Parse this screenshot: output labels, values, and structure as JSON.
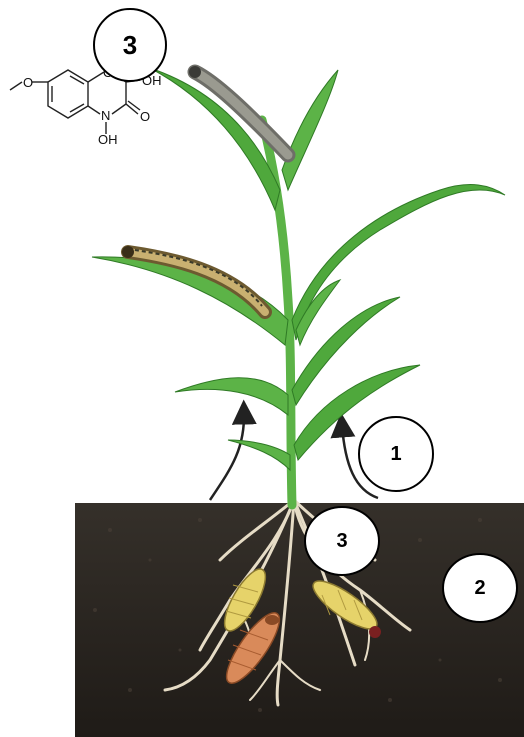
{
  "labels": {
    "leaf_badge": "3",
    "root_badge": "3",
    "emission_badge": "1",
    "soil_badge": "2"
  },
  "molecule": {
    "atoms": {
      "o_ring": "O",
      "oh_top": "OH",
      "n_ring": "N",
      "o_carbonyl": "O",
      "n_oh": "OH"
    }
  },
  "colors": {
    "leaf": "#4fa83c",
    "leaf_dark": "#2f7a25",
    "stem": "#5cb347",
    "soil": "#2b2620",
    "root": "#e8dcc4",
    "caterpillar_grey": "#8a8a82",
    "caterpillar_yellow": "#c9b071",
    "larva_yellow": "#e6d36a",
    "larva_orange": "#d98a5a",
    "arrow": "#222222"
  }
}
